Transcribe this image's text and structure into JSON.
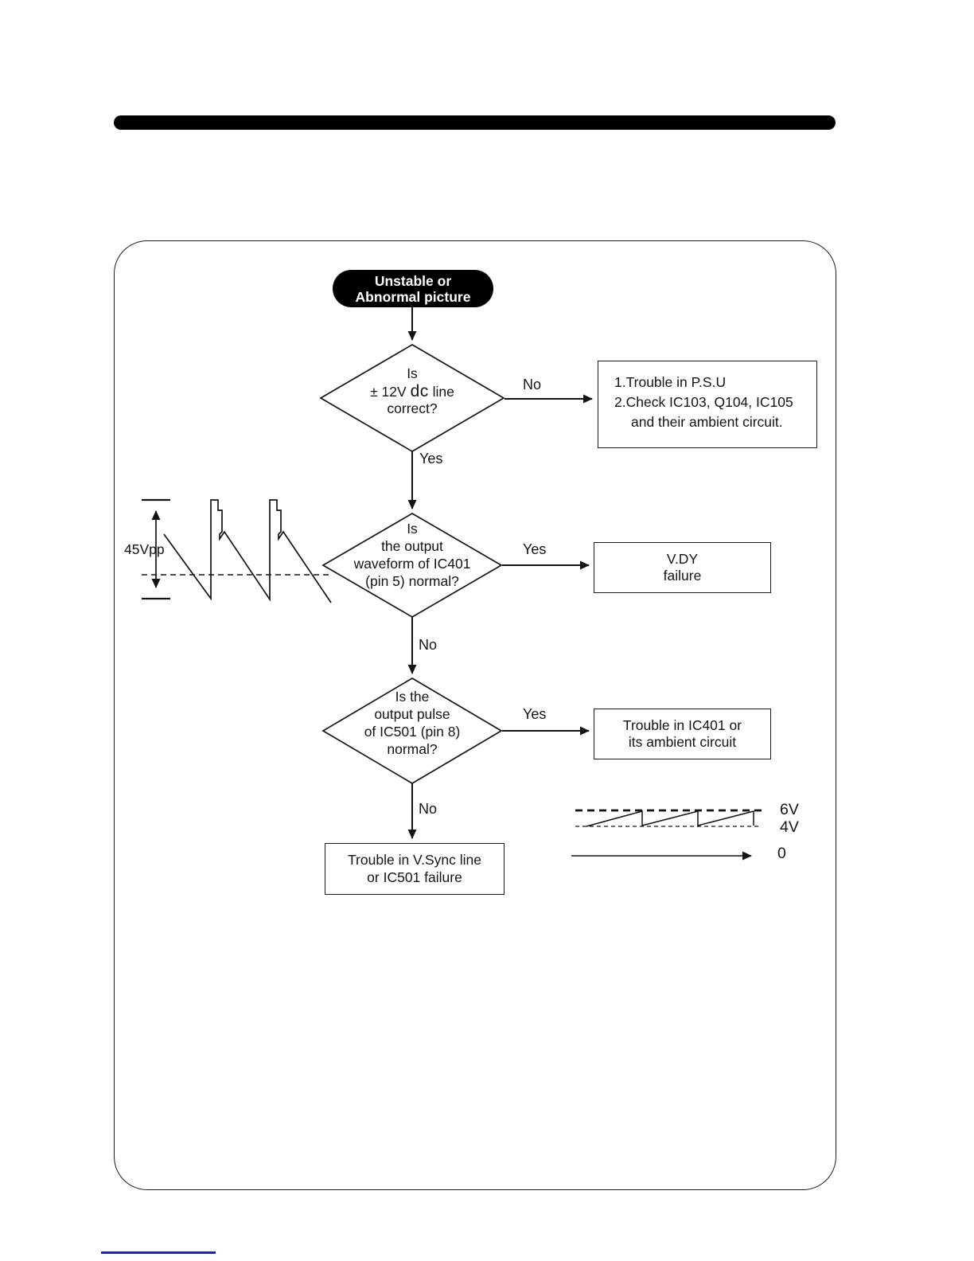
{
  "flowchart": {
    "start": {
      "line1": "Unstable or",
      "line2": "Abnormal picture"
    },
    "decision1": {
      "line1": "Is",
      "line2_prefix": "± 12V",
      "line2_emphasis": "dc",
      "line2_suffix": "line",
      "line3": "correct?",
      "no_label": "No",
      "yes_label": "Yes"
    },
    "result1": {
      "line1": "1.Trouble in P.S.U",
      "line2": "2.Check IC103, Q104, IC105",
      "line3": "and their ambient circuit."
    },
    "decision2": {
      "lines": [
        "Is",
        "the output",
        "waveform of IC401",
        "(pin 5) normal?"
      ],
      "yes_label": "Yes",
      "no_label": "No"
    },
    "result2": {
      "line1": "V.DY",
      "line2": "failure"
    },
    "decision3": {
      "lines": [
        "Is the",
        "output pulse",
        "of IC501 (pin 8)",
        "normal?"
      ],
      "yes_label": "Yes",
      "no_label": "No"
    },
    "result3": {
      "line1": "Trouble in IC401 or",
      "line2": "its ambient circuit"
    },
    "result4": {
      "line1": "Trouble in V.Sync line",
      "line2": "or IC501 failure"
    },
    "waveform_left": {
      "amplitude_label": "45Vpp"
    },
    "waveform_right": {
      "high_label": "6V",
      "low_label": "4V",
      "zero_label": "0"
    }
  },
  "colors": {
    "node_fill": "#000000",
    "node_text": "#ffffff",
    "line": "#141414",
    "footer_underline": "#2323a7"
  }
}
